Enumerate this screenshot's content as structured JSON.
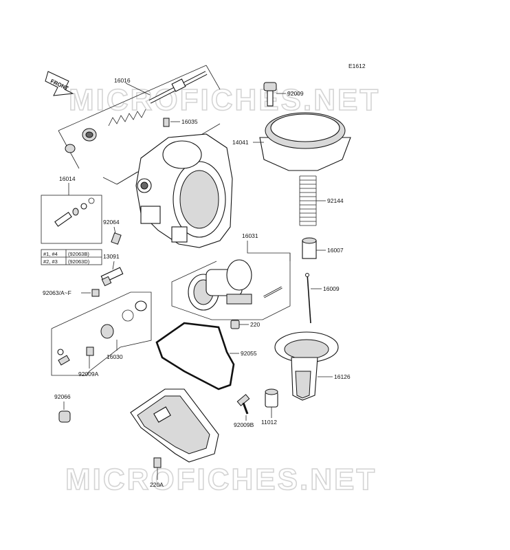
{
  "diagram_code": "E1612",
  "front_label": "FRONT",
  "watermark": "MICROFICHES.NET",
  "labels": {
    "p16016": "16016",
    "p16035": "16035",
    "p92009": "92009",
    "p14041": "14041",
    "p16014": "16014",
    "p92064": "92064",
    "p92144": "92144",
    "p16031": "16031",
    "p16007": "16007",
    "p13091": "13091",
    "p92063a": "92063/A~F",
    "p16009": "16009",
    "p220": "220",
    "p92055": "92055",
    "p16030": "16030",
    "p92009a": "92009A",
    "p16126": "16126",
    "p92066": "92066",
    "p92009b": "92009B",
    "p11012": "11012",
    "p220a": "220A"
  },
  "application_table": [
    {
      "cyl": "#1, #4",
      "part": "(92063B)"
    },
    {
      "cyl": "#2, #3",
      "part": "(92063D)"
    }
  ]
}
